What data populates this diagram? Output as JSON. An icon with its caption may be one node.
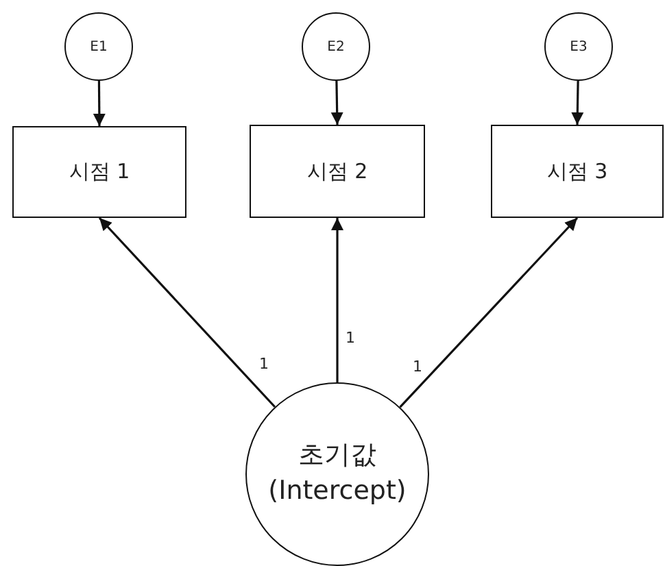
{
  "diagram": {
    "nodes": [
      {
        "text": [
          "E1"
        ]
      },
      {
        "text": [
          "E2"
        ]
      },
      {
        "text": [
          "E3"
        ]
      },
      {
        "text": [
          "시점 1"
        ]
      },
      {
        "text": [
          "시점 2"
        ]
      },
      {
        "text": [
          "시점 3"
        ]
      },
      {
        "text": [
          "초기값",
          "(Intercept)"
        ]
      }
    ],
    "edges": [
      {
        "from": 0,
        "to": 3,
        "arrow": "to"
      },
      {
        "from": 1,
        "to": 4,
        "arrow": "to"
      },
      {
        "from": 2,
        "to": 5,
        "arrow": "to"
      },
      {
        "from": 6,
        "to": 3,
        "arrow": "to",
        "label": "1"
      },
      {
        "from": 6,
        "to": 4,
        "arrow": "to",
        "label": "1"
      },
      {
        "from": 6,
        "to": 5,
        "arrow": "to",
        "label": "1"
      }
    ]
  }
}
